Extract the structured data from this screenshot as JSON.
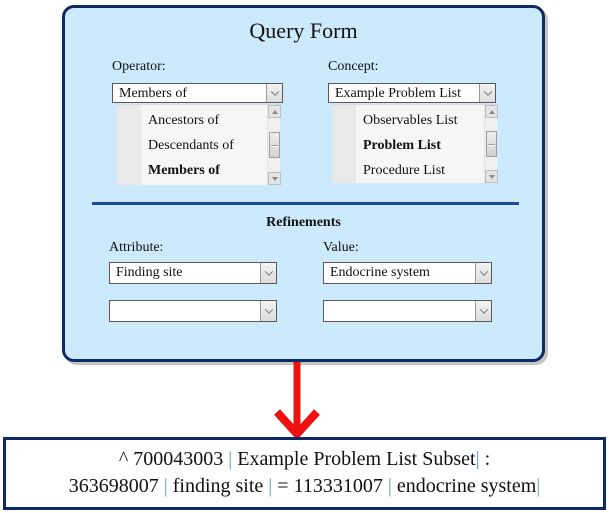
{
  "title": "Query Form",
  "form": {
    "operator": {
      "label": "Operator:",
      "selected": "Members of",
      "options": [
        {
          "label": "Ancestors of",
          "bold": false
        },
        {
          "label": "Descendants of",
          "bold": false
        },
        {
          "label": "Members of",
          "bold": true
        }
      ]
    },
    "concept": {
      "label": "Concept:",
      "selected": "Example Problem List",
      "options": [
        {
          "label": "Observables List",
          "bold": false
        },
        {
          "label": "Problem List",
          "bold": true
        },
        {
          "label": "Procedure List",
          "bold": false
        }
      ]
    },
    "refinements": {
      "heading": "Refinements",
      "attribute": {
        "label": "Attribute:",
        "selected": "Finding site"
      },
      "value": {
        "label": "Value:",
        "selected": "Endocrine system"
      },
      "attribute_extra": {
        "selected": ""
      },
      "value_extra": {
        "selected": ""
      }
    }
  },
  "expression": {
    "lines": [
      [
        {
          "text": "^ 700043003 ",
          "kind": "text"
        },
        {
          "text": "|",
          "kind": "pipe"
        },
        {
          "text": " Example Problem List Subset",
          "kind": "text"
        },
        {
          "text": "|",
          "kind": "pipe"
        },
        {
          "text": " :",
          "kind": "text"
        }
      ],
      [
        {
          "text": "363698007 ",
          "kind": "text"
        },
        {
          "text": "|",
          "kind": "pipe"
        },
        {
          "text": " finding site ",
          "kind": "text"
        },
        {
          "text": "|",
          "kind": "pipe"
        },
        {
          "text": " = 113331007 ",
          "kind": "text"
        },
        {
          "text": "|",
          "kind": "pipe"
        },
        {
          "text": " endocrine system",
          "kind": "text"
        },
        {
          "text": "|",
          "kind": "pipe"
        }
      ]
    ]
  },
  "colors": {
    "navy_border": "#0d2a66",
    "panel_fill": "#cdeafc",
    "divider": "#1b4a96",
    "arrow_red": "#ee1111",
    "pipe_blue": "#5b9bd5"
  }
}
